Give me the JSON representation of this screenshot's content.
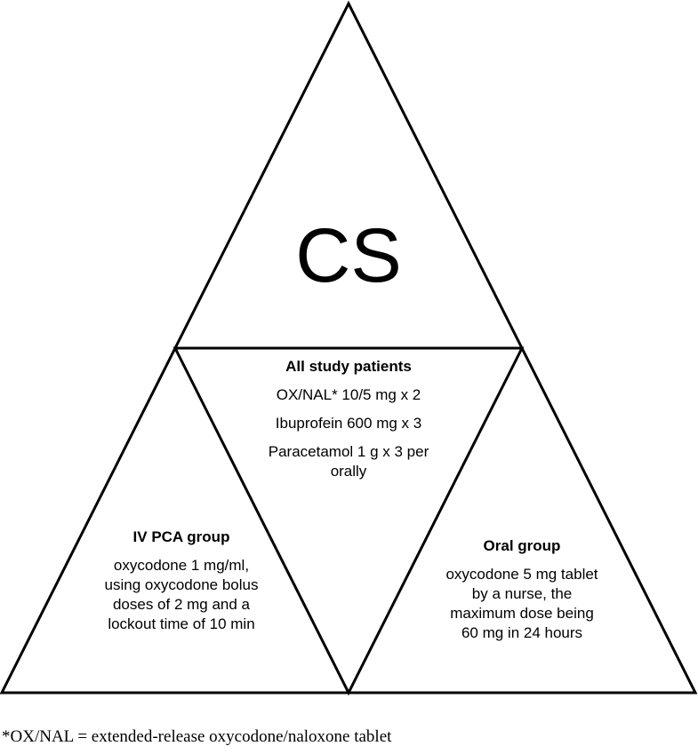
{
  "top_label": "CS",
  "center": {
    "title": "All study patients",
    "items": [
      "OX/NAL* 10/5 mg x 2",
      "Ibuprofein 600 mg x 3",
      "Paracetamol 1 g x 3 per orally"
    ]
  },
  "left": {
    "title": "IV PCA group",
    "body": "oxycodone 1 mg/ml, using oxycodone bolus doses of 2 mg and a lockout time of 10 min"
  },
  "right": {
    "title": "Oral group",
    "body": "oxycodone 5 mg tablet by a nurse, the maximum dose being 60 mg in 24 hours"
  },
  "footnote": "*OX/NAL = extended-release oxycodone/naloxone tablet"
}
